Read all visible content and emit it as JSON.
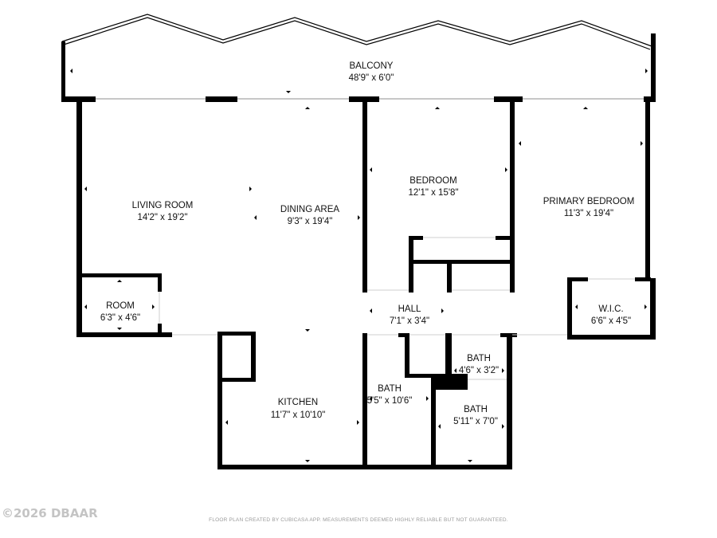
{
  "rooms": [
    {
      "id": "balcony",
      "name": "BALCONY",
      "dims": "48'9\" x 6'0\""
    },
    {
      "id": "living-room",
      "name": "LIVING ROOM",
      "dims": "14'2\" x 19'2\""
    },
    {
      "id": "dining-area",
      "name": "DINING AREA",
      "dims": "9'3\" x 19'4\""
    },
    {
      "id": "bedroom",
      "name": "BEDROOM",
      "dims": "12'1\" x 15'8\""
    },
    {
      "id": "primary-bedroom",
      "name": "PRIMARY BEDROOM",
      "dims": "11'3\" x 19'4\""
    },
    {
      "id": "room",
      "name": "ROOM",
      "dims": "6'3\" x 4'6\""
    },
    {
      "id": "hall",
      "name": "HALL",
      "dims": "7'1\" x 3'4\""
    },
    {
      "id": "wic",
      "name": "W.I.C.",
      "dims": "6'6\" x 4'5\""
    },
    {
      "id": "bath-small",
      "name": "BATH",
      "dims": "4'6\" x 3'2\""
    },
    {
      "id": "kitchen",
      "name": "KITCHEN",
      "dims": "11'7\" x 10'10\""
    },
    {
      "id": "bath-middle",
      "name": "BATH",
      "dims": "5'5\" x 10'6\""
    },
    {
      "id": "bath-right",
      "name": "BATH",
      "dims": "5'11\" x 7'0\""
    }
  ],
  "footer": {
    "credit": "FLOOR PLAN CREATED BY CUBICASA APP. MEASUREMENTS DEEMED HIGHLY RELIABLE BUT NOT GUARANTEED.",
    "copyright": "©2026 DBAAR"
  },
  "colors": {
    "wall": "#000000",
    "background": "#ffffff",
    "watermark": "#c4c4c4"
  }
}
